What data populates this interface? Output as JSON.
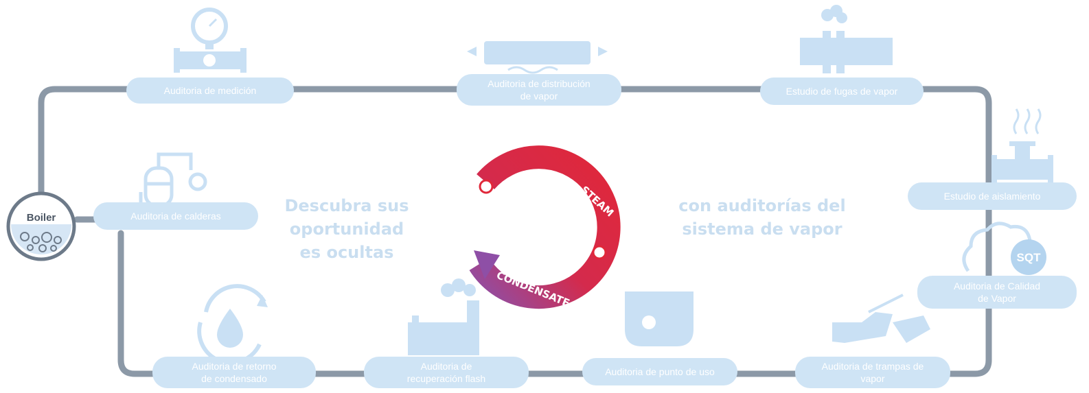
{
  "colors": {
    "pipe": "#8c99a7",
    "pill": "#cfe4f5",
    "icon": "#c9e0f4",
    "steam": "#e0283a",
    "condensate": "#9b4fa3"
  },
  "boiler": {
    "label": "Boiler"
  },
  "cycle": {
    "steam_label": "STEAM",
    "condensate_label": "CONDENSATE"
  },
  "headline": {
    "left": [
      "Descubra sus",
      "oportunidad",
      "es ocultas"
    ],
    "right": [
      "con auditorías del",
      "sistema de vapor"
    ]
  },
  "audits": {
    "medicion": [
      "Auditoria de medición"
    ],
    "distribucion": [
      "Auditoria de distribución",
      "de vapor"
    ],
    "fugas": [
      "Estudio de fugas de vapor"
    ],
    "aislamiento": [
      "Estudio de aislamiento"
    ],
    "calidad": [
      "Auditoria de Calidad",
      "de Vapor"
    ],
    "calidad_badge": "SQT",
    "trampas": [
      "Auditoria de trampas de",
      "vapor"
    ],
    "punto_uso": [
      "Auditoria de punto de uso"
    ],
    "flash": [
      "Auditoria de",
      "recuperación flash"
    ],
    "retorno": [
      "Auditoria de retorno",
      "de condensado"
    ],
    "calderas": [
      "Auditoria de calderas"
    ]
  }
}
